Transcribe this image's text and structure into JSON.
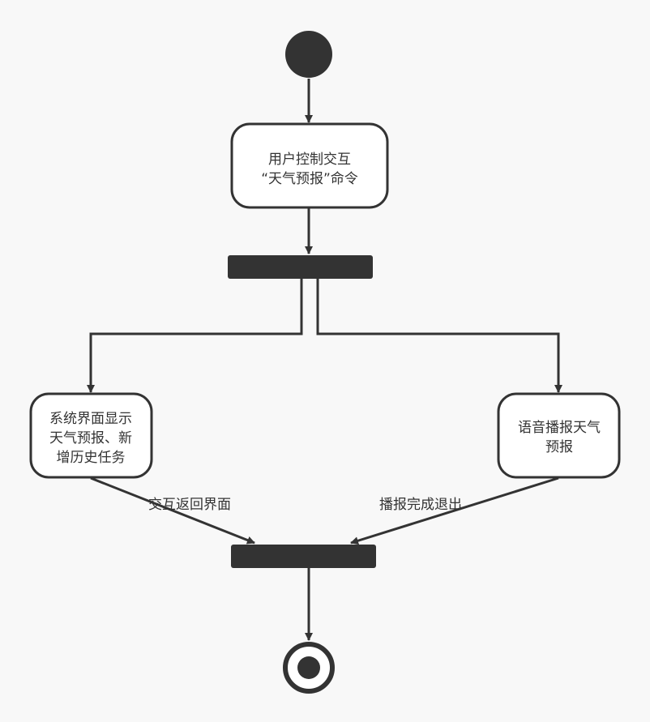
{
  "colors": {
    "background": "#f8f8f8",
    "stroke": "#333333",
    "node_fill": "#ffffff",
    "bar_fill": "#333333",
    "text": "#333333"
  },
  "nodes": {
    "user_command": {
      "lines": [
        "用户控制交互",
        "“天气预报”命令"
      ]
    },
    "display_forecast": {
      "lines": [
        "系统界面显示",
        "天气预报、新",
        "增历史任务"
      ]
    },
    "voice_broadcast": {
      "lines": [
        "语音播报天气",
        "预报"
      ]
    }
  },
  "edges": {
    "return_interface": "交互返回界面",
    "broadcast_exit": "播报完成退出"
  }
}
